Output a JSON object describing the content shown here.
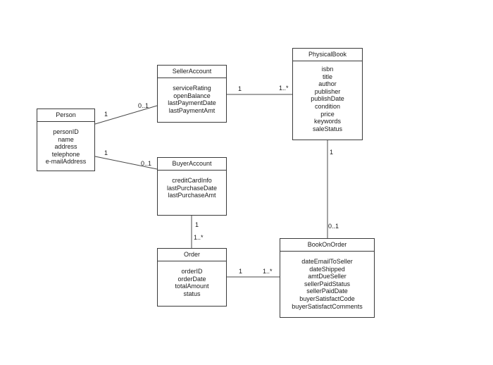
{
  "classes": {
    "person": {
      "name": "Person",
      "attributes": [
        "personID",
        "name",
        "address",
        "telephone",
        "e-mailAddress"
      ]
    },
    "seller_account": {
      "name": "SellerAccount",
      "attributes": [
        "serviceRating",
        "openBalance",
        "lastPaymentDate",
        "lastPaymentAmt"
      ]
    },
    "buyer_account": {
      "name": "BuyerAccount",
      "attributes": [
        "creditCardInfo",
        "lastPurchaseDate",
        "lastPurchaseAmt"
      ]
    },
    "physical_book": {
      "name": "PhysicalBook",
      "attributes": [
        "isbn",
        "title",
        "author",
        "publisher",
        "publishDate",
        "condition",
        "price",
        "keywords",
        "saleStatus"
      ]
    },
    "order": {
      "name": "Order",
      "attributes": [
        "orderID",
        "orderDate",
        "totalAmount",
        "status"
      ]
    },
    "book_on_order": {
      "name": "BookOnOrder",
      "attributes": [
        "dateEmailToSeller",
        "dateShipped",
        "amtDueSeller",
        "sellerPaidStatus",
        "sellerPaidDate",
        "buyerSatisfactCode",
        "buyerSatisfactComments"
      ]
    }
  },
  "associations": {
    "person_seller": {
      "from_mult": "1",
      "to_mult": "0..1"
    },
    "person_buyer": {
      "from_mult": "1",
      "to_mult": "0..1"
    },
    "seller_book": {
      "from_mult": "1",
      "to_mult": "1..*"
    },
    "buyer_order": {
      "from_mult": "1",
      "to_mult": "1..*"
    },
    "order_bookonorder": {
      "from_mult": "1",
      "to_mult": "1..*"
    },
    "book_bookonorder": {
      "from_mult": "1",
      "to_mult": "0..1"
    }
  },
  "colors": {
    "line": "#4a4a4a",
    "border": "#3a3a3a",
    "text": "#1a1a1a"
  }
}
